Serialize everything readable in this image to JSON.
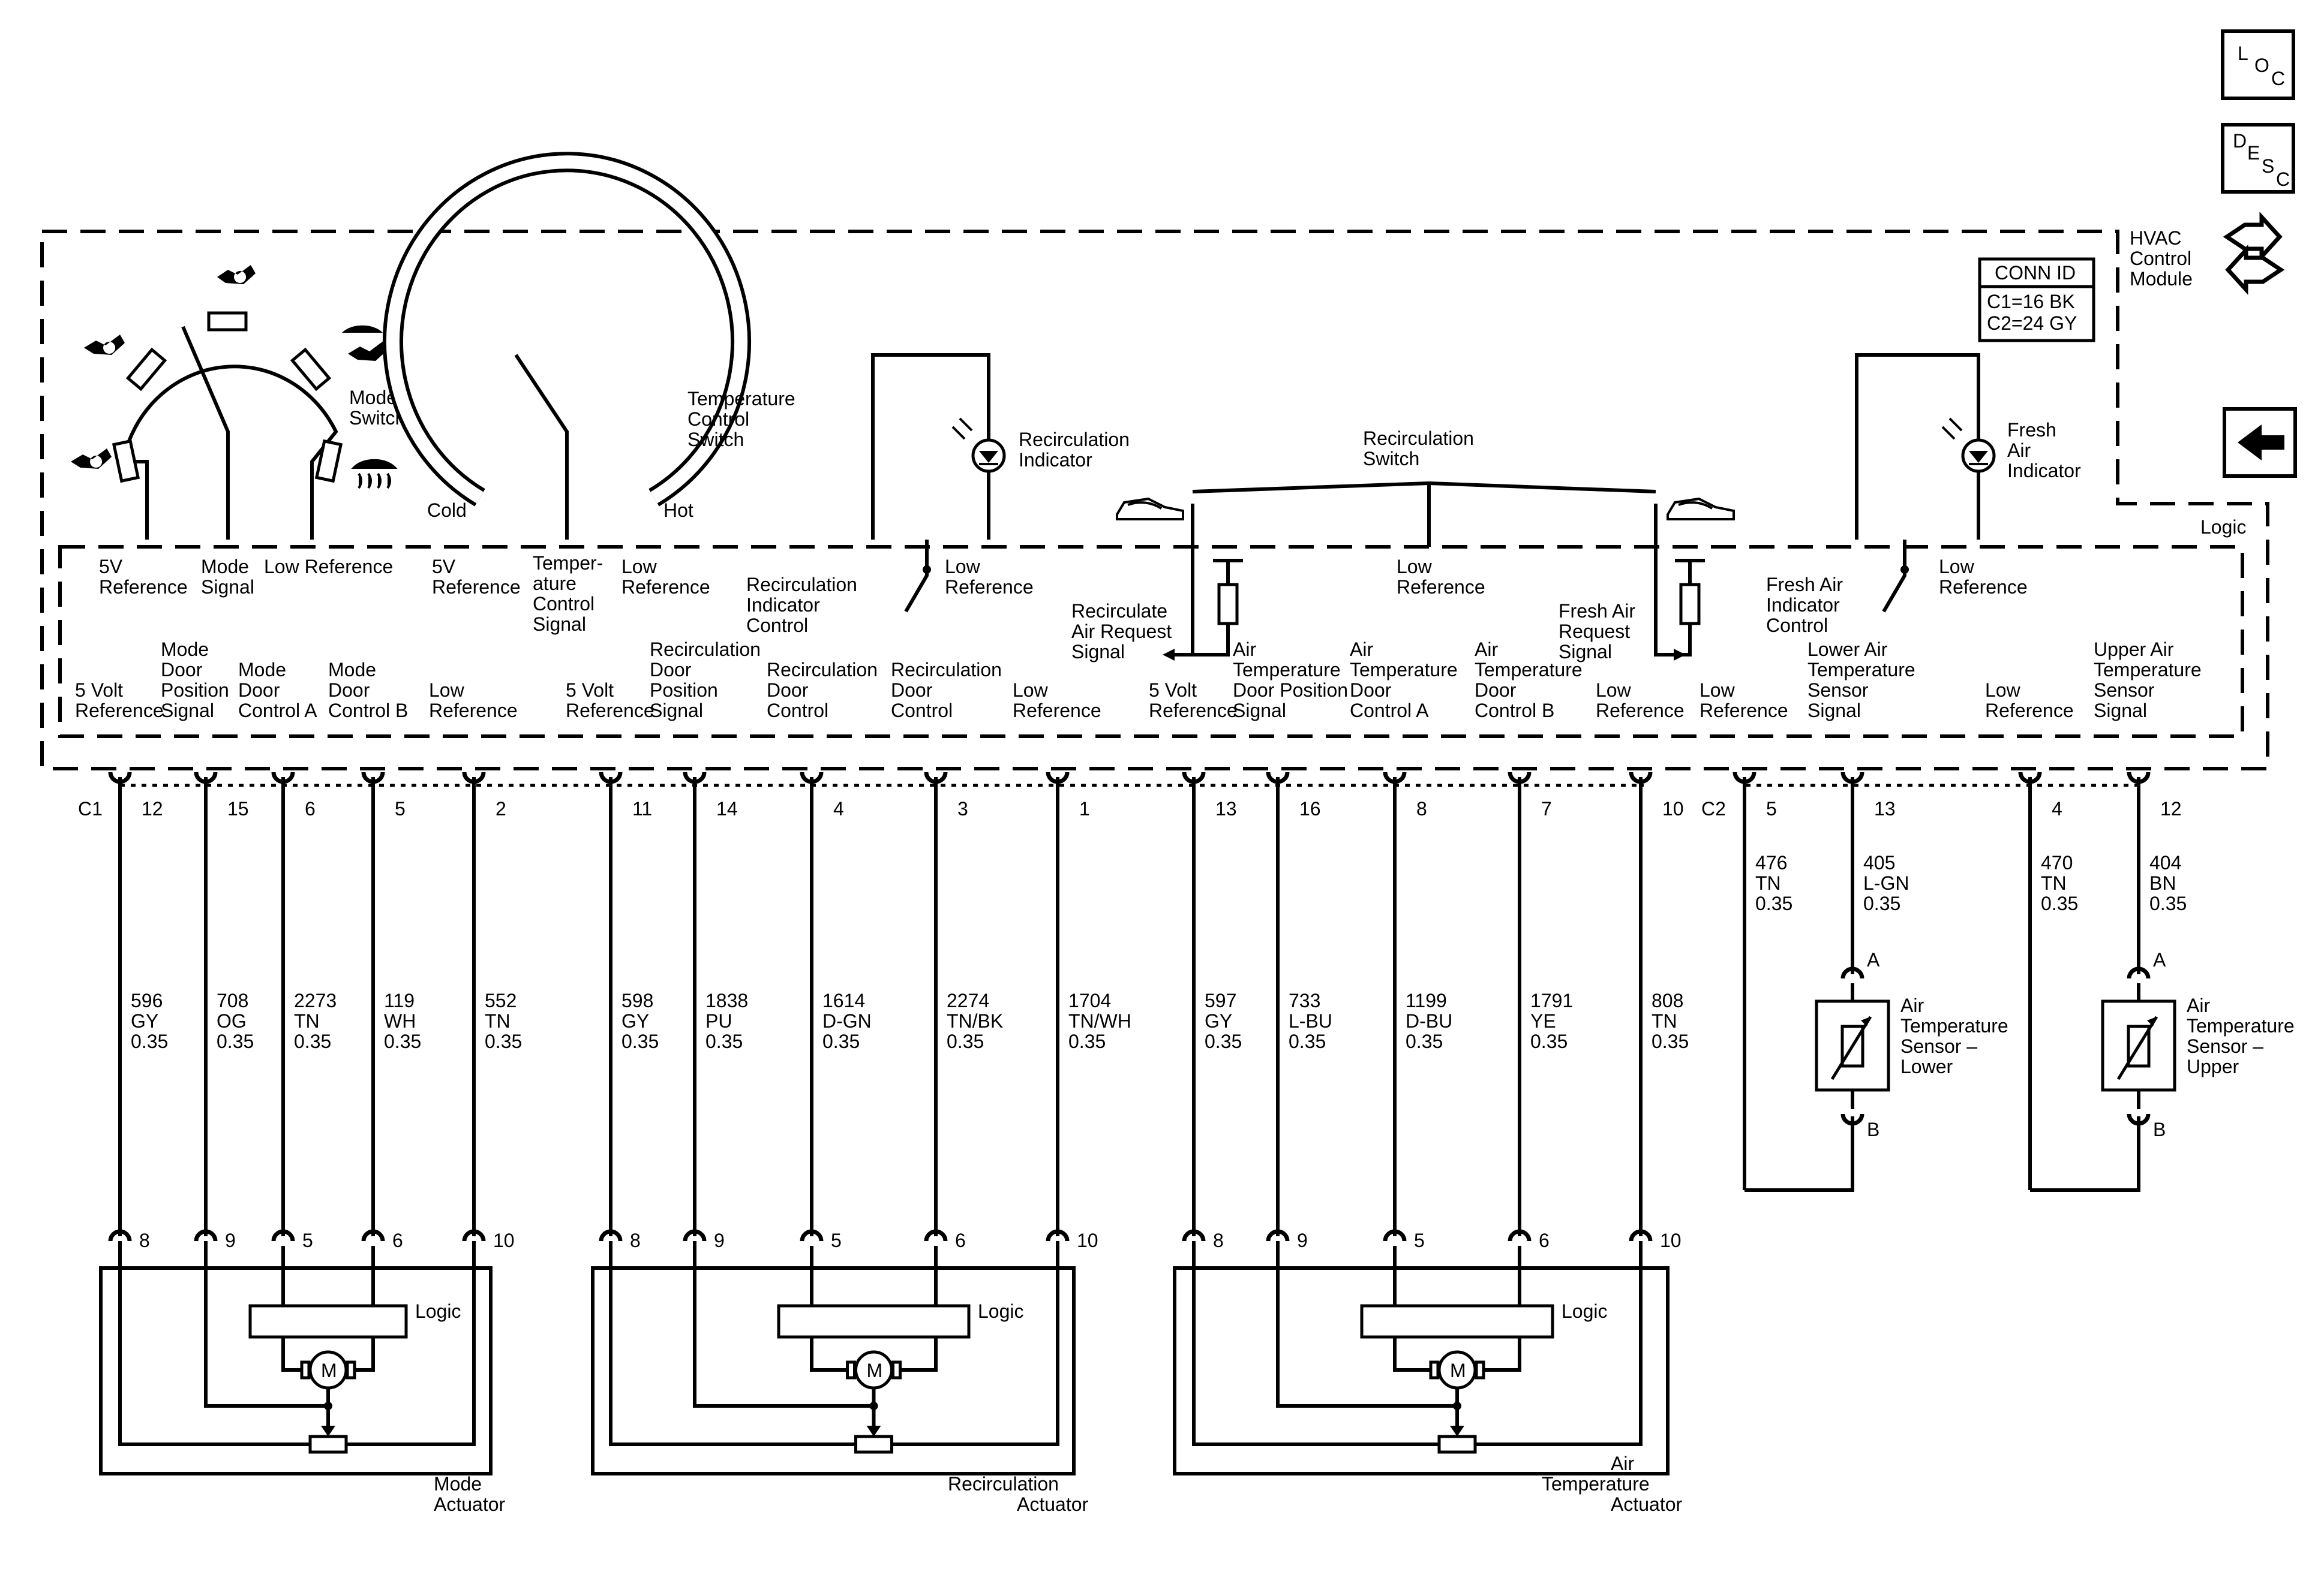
{
  "nav": {
    "loc": [
      "L",
      "O",
      "C"
    ],
    "desc": [
      "D",
      "E",
      "S",
      "C"
    ]
  },
  "module": {
    "title": [
      "HVAC",
      "Control",
      "Module"
    ],
    "conn_id": {
      "header": "CONN ID",
      "c1": "C1=16 BK",
      "c2": "C2=24 GY"
    },
    "logic": "Logic",
    "c1": "C1",
    "c2": "C2"
  },
  "mode_switch": {
    "label": [
      "Mode",
      "Switch"
    ],
    "terms": {
      "ref": [
        "5V",
        "Reference"
      ],
      "sig": [
        "Mode",
        "Signal"
      ],
      "low": [
        "Low Reference"
      ]
    }
  },
  "temp_switch": {
    "label": [
      "Temperature",
      "Control",
      "Switch"
    ],
    "cold": "Cold",
    "hot": "Hot",
    "terms": {
      "ref": [
        "5V",
        "Reference"
      ],
      "sig": [
        "Temper-",
        "ature",
        "Control",
        "Signal"
      ],
      "low": [
        "Low",
        "Reference"
      ]
    }
  },
  "recirc_indicator": {
    "label": [
      "Recirculation",
      "Indicator"
    ],
    "ctrl": [
      "Recirculation",
      "Indicator",
      "Control"
    ],
    "low": [
      "Low",
      "Reference"
    ]
  },
  "recirc_switch": {
    "label": [
      "Recirculation",
      "Switch"
    ],
    "recirc_req": [
      "Recirculate",
      "Air Request",
      "Signal"
    ],
    "low": [
      "Low",
      "Reference"
    ],
    "fresh_req": [
      "Fresh Air",
      "Request",
      "Signal"
    ]
  },
  "fresh_indicator": {
    "label": [
      "Fresh",
      "Air",
      "Indicator"
    ],
    "ctrl": [
      "Fresh Air",
      "Indicator",
      "Control"
    ],
    "low": [
      "Low",
      "Reference"
    ]
  },
  "circuits": [
    {
      "name": [
        "5 Volt",
        "Reference"
      ],
      "pin": "12",
      "wire": [
        "596",
        "GY",
        "0.35"
      ],
      "apin": "8"
    },
    {
      "name": [
        "Mode",
        "Door",
        "Position",
        "Signal"
      ],
      "pin": "15",
      "wire": [
        "708",
        "OG",
        "0.35"
      ],
      "apin": "9"
    },
    {
      "name": [
        "Mode",
        "Door",
        "Control A"
      ],
      "pin": "6",
      "wire": [
        "2273",
        "TN",
        "0.35"
      ],
      "apin": "5"
    },
    {
      "name": [
        "Mode",
        "Door",
        "Control B"
      ],
      "pin": "5",
      "wire": [
        "119",
        "WH",
        "0.35"
      ],
      "apin": "6"
    },
    {
      "name": [
        "Low",
        "Reference"
      ],
      "pin": "2",
      "wire": [
        "552",
        "TN",
        "0.35"
      ],
      "apin": "10"
    },
    {
      "name": [
        "5 Volt",
        "Reference"
      ],
      "pin": "11",
      "wire": [
        "598",
        "GY",
        "0.35"
      ],
      "apin": "8"
    },
    {
      "name": [
        "Recirculation",
        "Door",
        "Position",
        "Signal"
      ],
      "pin": "14",
      "wire": [
        "1838",
        "PU",
        "0.35"
      ],
      "apin": "9"
    },
    {
      "name": [
        "Recirculation",
        "Door",
        "Control"
      ],
      "pin": "4",
      "wire": [
        "1614",
        "D-GN",
        "0.35"
      ],
      "apin": "5"
    },
    {
      "name": [
        "Recirculation",
        "Door",
        "Control"
      ],
      "pin": "3",
      "wire": [
        "2274",
        "TN/BK",
        "0.35"
      ],
      "apin": "6"
    },
    {
      "name": [
        "Low",
        "Reference"
      ],
      "pin": "1",
      "wire": [
        "1704",
        "TN/WH",
        "0.35"
      ],
      "apin": "10"
    },
    {
      "name": [
        "5 Volt",
        "Reference"
      ],
      "pin": "13",
      "wire": [
        "597",
        "GY",
        "0.35"
      ],
      "apin": "8"
    },
    {
      "name": [
        "Air",
        "Temperature",
        "Door Position",
        "Signal"
      ],
      "pin": "16",
      "wire": [
        "733",
        "L-BU",
        "0.35"
      ],
      "apin": "9"
    },
    {
      "name": [
        "Air",
        "Temperature",
        "Door",
        "Control A"
      ],
      "pin": "8",
      "wire": [
        "1199",
        "D-BU",
        "0.35"
      ],
      "apin": "5"
    },
    {
      "name": [
        "Air",
        "Temperature",
        "Door",
        "Control B"
      ],
      "pin": "7",
      "wire": [
        "1791",
        "YE",
        "0.35"
      ],
      "apin": "6"
    },
    {
      "name": [
        "Low",
        "Reference"
      ],
      "pin": "10",
      "wire": [
        "808",
        "TN",
        "0.35"
      ],
      "apin": "10"
    },
    {
      "name": [
        "Low",
        "Reference"
      ],
      "pin": "5",
      "wire": [
        "476",
        "TN",
        "0.35"
      ]
    },
    {
      "name": [
        "Lower Air",
        "Temperature",
        "Sensor",
        "Signal"
      ],
      "pin": "13",
      "wire": [
        "405",
        "L-GN",
        "0.35"
      ]
    },
    {
      "name": [
        "Low",
        "Reference"
      ],
      "pin": "4",
      "wire": [
        "470",
        "TN",
        "0.35"
      ]
    },
    {
      "name": [
        "Upper Air",
        "Temperature",
        "Sensor",
        "Signal"
      ],
      "pin": "12",
      "wire": [
        "404",
        "BN",
        "0.35"
      ]
    }
  ],
  "actuators": [
    {
      "logic": "Logic",
      "motor": "M",
      "label": [
        "Mode",
        "Actuator"
      ]
    },
    {
      "logic": "Logic",
      "motor": "M",
      "label": [
        "Recirculation",
        "Actuator"
      ]
    },
    {
      "logic": "Logic",
      "motor": "M",
      "label": [
        "Air",
        "Temperature",
        "Actuator"
      ]
    }
  ],
  "sensors": [
    {
      "a": "A",
      "b": "B",
      "label": [
        "Air",
        "Temperature",
        "Sensor –",
        "Lower"
      ]
    },
    {
      "a": "A",
      "b": "B",
      "label": [
        "Air",
        "Temperature",
        "Sensor –",
        "Upper"
      ]
    }
  ]
}
